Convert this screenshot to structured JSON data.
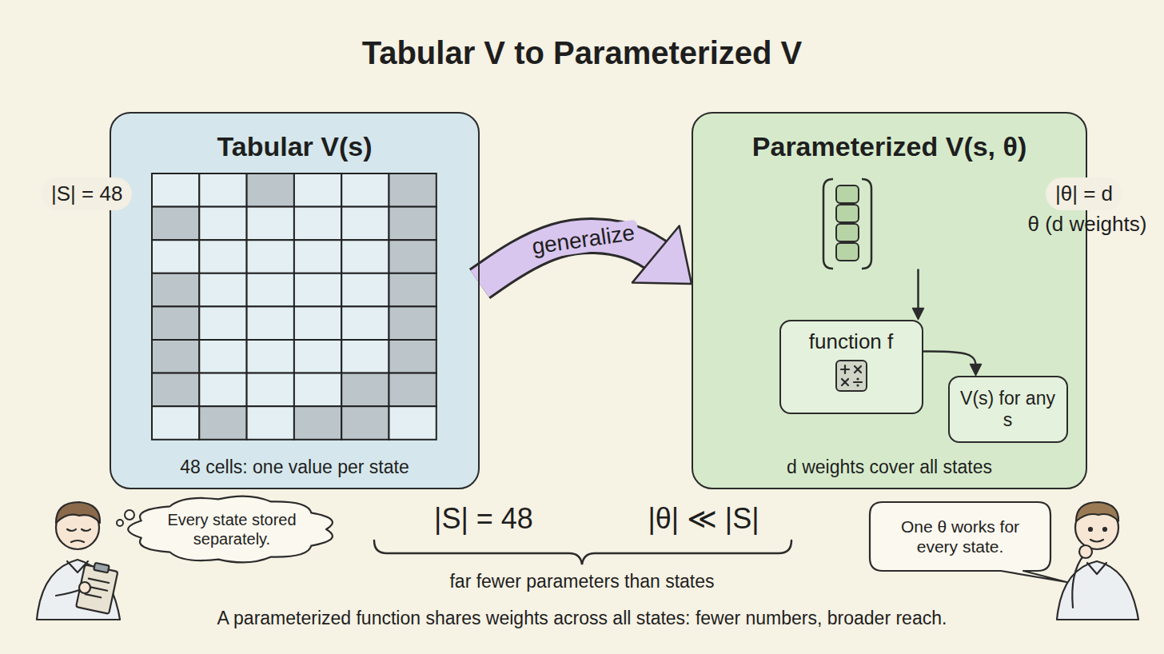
{
  "diagram": {
    "title": "Tabular V to Parameterized V",
    "caption": "A parameterized function shares weights across all states: fewer numbers, broader reach.",
    "nodes": [
      {
        "text": [
          "Tabular V(s)",
          "48 cells: one value per state"
        ]
      },
      {
        "text": [
          "Parameterized V(s, θ)",
          "d weights cover all states"
        ]
      },
      {
        "text": [
          "θ (d weights)"
        ],
        "in": 1
      },
      {
        "text": [
          "function f"
        ],
        "in": 1
      },
      {
        "text": [
          "V(s) for any s"
        ],
        "in": 1
      },
      {
        "text": [
          "Every state stored separately."
        ]
      },
      {
        "text": [
          "One θ works for every state."
        ]
      }
    ],
    "edges": [
      {
        "from": 0,
        "to": 1,
        "label": "generalize",
        "arrow": "to"
      },
      {
        "from": 2,
        "to": 3,
        "arrow": "to"
      },
      {
        "from": 3,
        "to": 4,
        "arrow": "to"
      }
    ],
    "labels": [
      "|S| = 48",
      "|θ| = d",
      "|S| = 48",
      "|θ| ≪ |S|",
      "far fewer parameters than states"
    ]
  }
}
